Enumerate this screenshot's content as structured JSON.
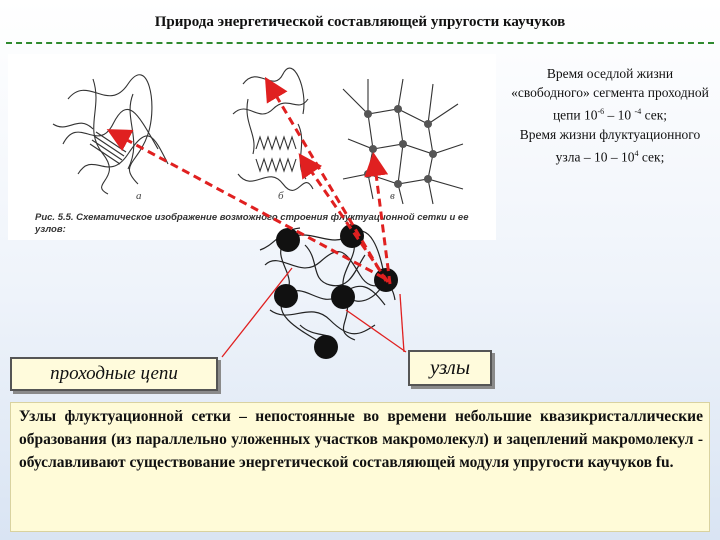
{
  "title": "Природа энергетической составляющей упругости каучуков",
  "figure": {
    "caption": "Рис. 5.5. Схематическое изображение возможного строения флуктуационной сетки и ее узлов:",
    "letters": [
      "а",
      "б",
      "в"
    ]
  },
  "side_text": {
    "line1": "Время оседлой жизни «свободного» сегмента проходной цепи 10",
    "exp1": "-6",
    "line2": " – 10",
    "exp2": "-4",
    "line3": " сек;",
    "line4": "Время жизни флуктуационного узла – 10 – 10",
    "exp3": "4",
    "line5": " сек;"
  },
  "labels": {
    "chains": "проходные цепи",
    "nodes": "узлы"
  },
  "description": "Узлы флуктуационной сетки – непостоянные во времени небольшие квазикристаллические образования (из параллельно уложенных участков макромолекул) и зацеплений макромолекул - обуславливают существование энергетической составляющей модуля упругости каучуков fu.",
  "colors": {
    "arrow": "#e02020",
    "node": "#111111",
    "rule": "#2f8a2f",
    "label_bg": "#fffbdc"
  }
}
